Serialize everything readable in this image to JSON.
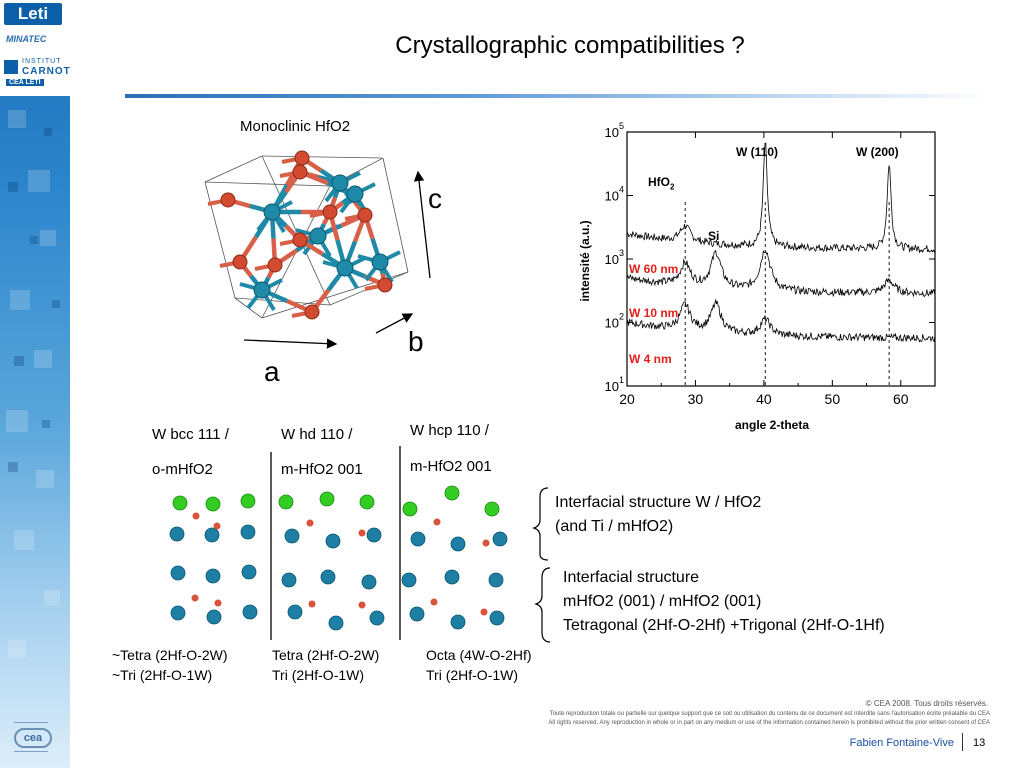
{
  "slide": {
    "title": "Crystallographic compatibilities ?",
    "page_number": "13",
    "author": "Fabien Fontaine-Vive"
  },
  "logos": {
    "leti": "Leti",
    "minatec": "MINATEC",
    "institut": "INSTITUT",
    "carnot": "CARNOT",
    "cea_leti": "CEA LETI",
    "cea": "cea"
  },
  "crystal": {
    "label": "Monoclinic HfO2",
    "axis_a": "a",
    "axis_b": "b",
    "axis_c": "c"
  },
  "xrd": {
    "peaks": {
      "hfo2": "HfO",
      "hfo2_sub": "2",
      "si": "Si",
      "w110": "W (110)",
      "w200": "W (200)"
    },
    "samples": [
      "W 60 nm",
      "W 10 nm",
      "W 4 nm"
    ],
    "sample_color": "#e0201b"
  },
  "chart_data": {
    "type": "line",
    "xlabel": "angle 2-theta",
    "ylabel": "intensité (a.u.)",
    "xlim": [
      20,
      65
    ],
    "xticks": [
      "20",
      "30",
      "40",
      "50",
      "60"
    ],
    "ylim_log": [
      1,
      5
    ],
    "yticks_exp": [
      "1",
      "2",
      "3",
      "4",
      "5"
    ],
    "ytick_base": "10",
    "reference_lines_x": [
      28.5,
      40.2,
      58.3
    ],
    "series": [
      {
        "name": "W 60 nm",
        "baseline_log": 3.15,
        "peaks": [
          {
            "x": 28.5,
            "h": 0.25
          },
          {
            "x": 40.2,
            "h": 1.65
          },
          {
            "x": 58.3,
            "h": 1.35
          }
        ]
      },
      {
        "name": "W 10 nm",
        "baseline_log": 2.45,
        "peaks": [
          {
            "x": 28.5,
            "h": 0.35
          },
          {
            "x": 33.0,
            "h": 0.55
          },
          {
            "x": 40.2,
            "h": 0.65
          },
          {
            "x": 58.3,
            "h": 0.2
          }
        ]
      },
      {
        "name": "W 4 nm",
        "baseline_log": 1.75,
        "peaks": [
          {
            "x": 28.5,
            "h": 0.4
          },
          {
            "x": 33.0,
            "h": 0.45
          },
          {
            "x": 40.2,
            "h": 0.25
          }
        ]
      }
    ]
  },
  "interfaces": {
    "columns": [
      {
        "line1": "W bcc 111 /",
        "line2": "o-mHfO2",
        "caption1": "~Tetra (2Hf-O-2W)",
        "caption2": "~Tri (2Hf-O-1W)"
      },
      {
        "line1": "W hd 110 /",
        "line2": "m-HfO2 001",
        "caption1": "Tetra (2Hf-O-2W)",
        "caption2": "Tri (2Hf-O-1W)"
      },
      {
        "line1": "W hcp 110 /",
        "line2": "m-HfO2 001",
        "caption1": "Octa (4W-O-2Hf)",
        "caption2": "Tri (2Hf-O-1W)"
      }
    ],
    "colors": {
      "w": "#33cc22",
      "hf": "#1d7fa3",
      "o": "#d9533b"
    },
    "annotation_top": [
      "Interfacial structure W / HfO2",
      "(and Ti / mHfO2)"
    ],
    "annotation_bottom": [
      "Interfacial structure",
      "mHfO2 (001) / mHfO2 (001)",
      "Tetragonal (2Hf-O-2Hf) +Trigonal (2Hf-O-1Hf)"
    ]
  },
  "footer": {
    "copyright": "© CEA 2008. Tous droits réservés.",
    "notice_fr": "Toute reproduction totale ou partielle sur quelque support que ce soit ou utilisation du contenu de ce document est interdite sans l'autorisation écrite préalable du CEA",
    "notice_en": "All rights reserved. Any reproduction in whole or in part on any medium or use of the information contained herein is prohibited without the prior written consent of CEA"
  }
}
